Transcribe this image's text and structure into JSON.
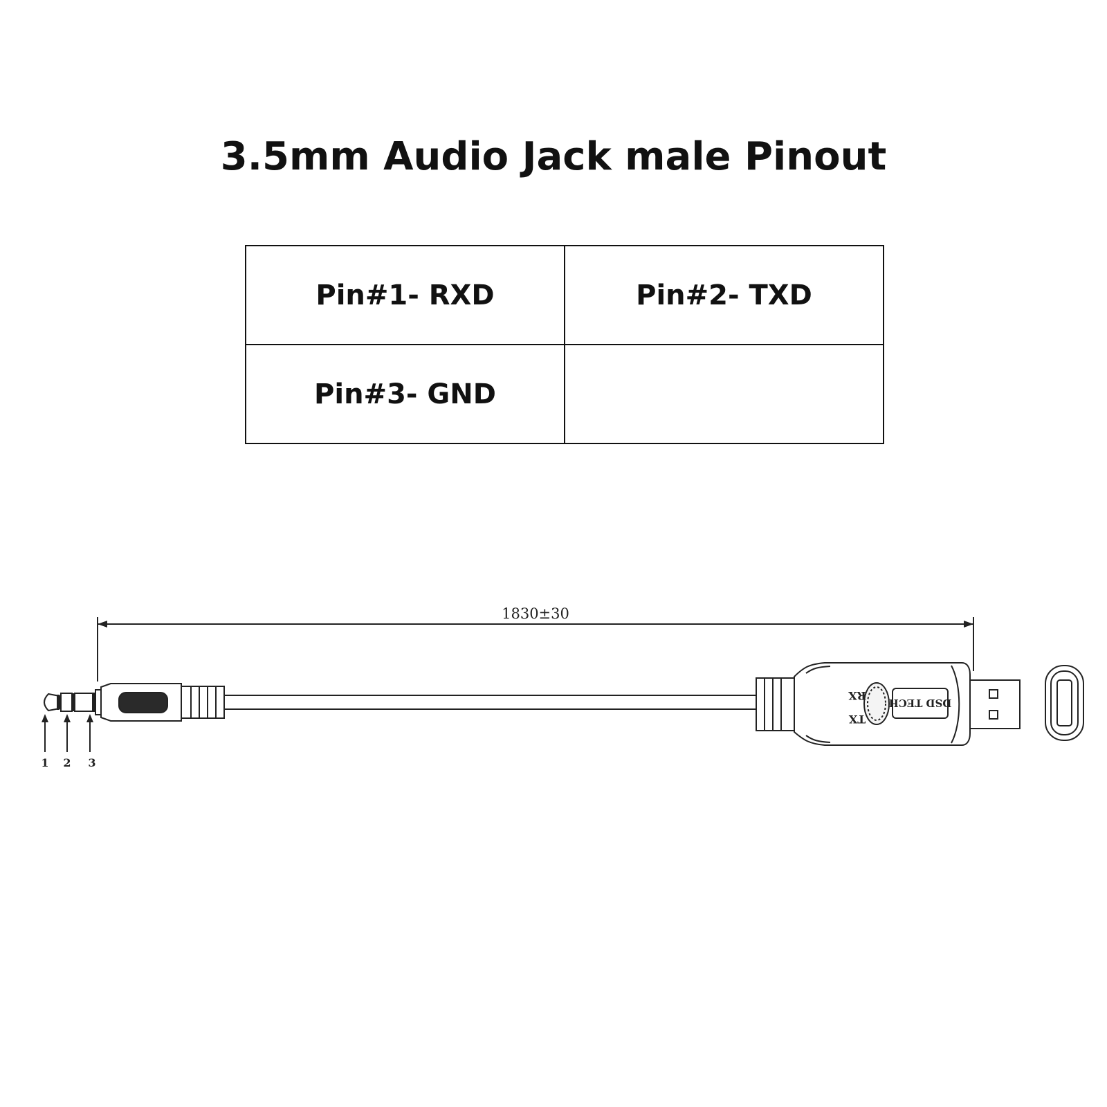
{
  "title": "3.5mm Audio Jack male Pinout",
  "pin_table": {
    "rows": [
      [
        "Pin#1- RXD",
        "Pin#2- TXD"
      ],
      [
        "Pin#3- GND",
        ""
      ]
    ]
  },
  "drawing": {
    "length_dimension": "1830±30",
    "pin_numbers": [
      "1",
      "2",
      "3"
    ],
    "label_rx": "RX",
    "label_tx": "TX",
    "brand_label": "DSD TECH"
  }
}
